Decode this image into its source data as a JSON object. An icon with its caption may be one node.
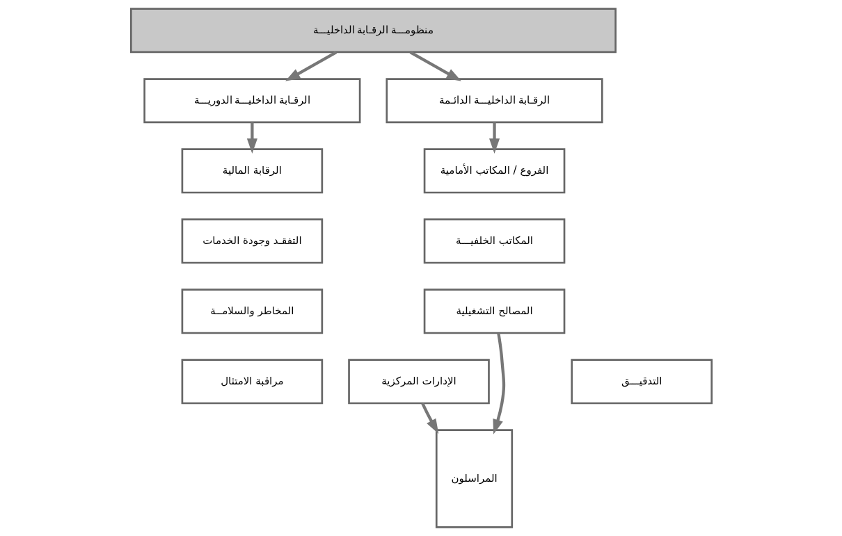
{
  "diagram": {
    "nodes": [
      {
        "text": [
          "منظومـــة الرقـابة الداخليـــة"
        ]
      },
      {
        "text": [
          "الرقـابة الداخليـــة الدائـمة"
        ]
      },
      {
        "text": [
          "الرقـابة الداخليـــة الدوريـــة"
        ]
      },
      {
        "text": [
          "الفروع / المكاتب الأمامية"
        ]
      },
      {
        "text": [
          "المكاتب الخلفيـــة"
        ]
      },
      {
        "text": [
          "المصالح التشغيلية"
        ]
      },
      {
        "text": [
          "الإدارات المركزية"
        ]
      },
      {
        "text": [
          "المراسلون"
        ]
      },
      {
        "text": [
          "الرقابة المالية"
        ]
      },
      {
        "text": [
          "التفقـد وجودة الخدمات"
        ]
      },
      {
        "text": [
          "المخاطر والسلامــة"
        ]
      },
      {
        "text": [
          "مراقبة الامتثال"
        ]
      },
      {
        "text": [
          "التدقيـــق"
        ]
      }
    ],
    "edges": [
      {
        "from": 0,
        "to": 1,
        "arrow": "to"
      },
      {
        "from": 0,
        "to": 2,
        "arrow": "to"
      },
      {
        "from": 1,
        "to": 3,
        "arrow": "to"
      },
      {
        "from": 2,
        "to": 8,
        "arrow": "to"
      },
      {
        "from": 5,
        "to": 7,
        "arrow": "to"
      },
      {
        "from": 6,
        "to": 7,
        "arrow": "to"
      }
    ]
  }
}
